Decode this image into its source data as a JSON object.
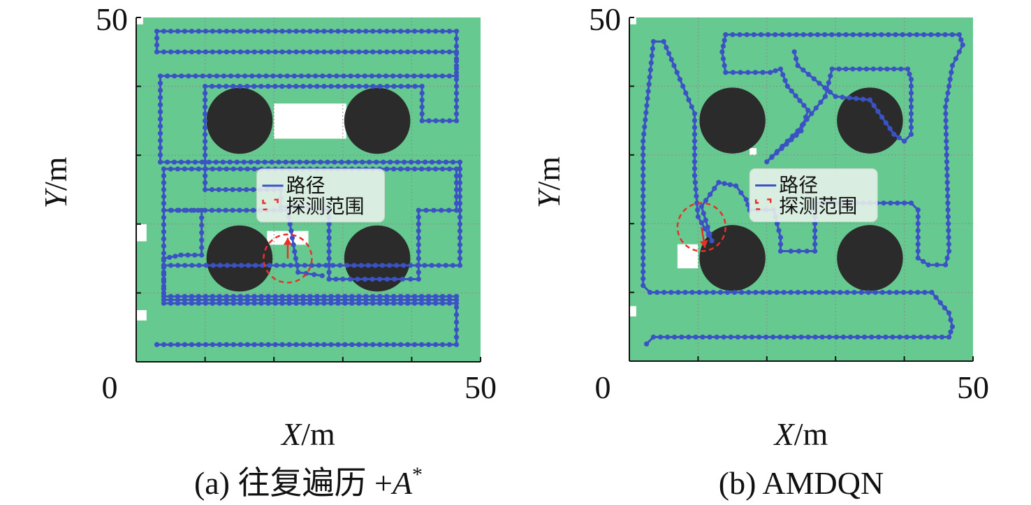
{
  "colors": {
    "free_space": "#66c98f",
    "obstacle": "#2b2b2b",
    "unexplored": "#ffffff",
    "path": "#3a52c4",
    "detection": "#e8302b",
    "legend_bg": "#e9f1ec"
  },
  "chart_data": [
    {
      "panel": "a",
      "type": "scatter",
      "caption": "(a) 往复遍历 +A*",
      "caption_prefix": "(a) 往复遍历 +",
      "caption_var": "A",
      "caption_sup": "*",
      "xlabel_var": "X",
      "xlabel_unit": "/m",
      "ylabel_var": "Y",
      "ylabel_unit": "/m",
      "xlim": [
        0,
        50
      ],
      "ylim": [
        0,
        50
      ],
      "x_tick_labels": [
        "0",
        "50"
      ],
      "y_tick_labels": [
        "50"
      ],
      "grid": true,
      "legend": {
        "placement": "center",
        "entries": [
          "路径",
          "探测范围"
        ]
      },
      "obstacles": [
        {
          "type": "circle",
          "cx": 15,
          "cy": 35,
          "r": 4.8
        },
        {
          "type": "circle",
          "cx": 35,
          "cy": 35,
          "r": 4.8
        },
        {
          "type": "circle",
          "cx": 15,
          "cy": 15,
          "r": 4.8
        },
        {
          "type": "circle",
          "cx": 35,
          "cy": 15,
          "r": 4.8
        }
      ],
      "unexplored": [
        {
          "x0": 20,
          "y0": 32.4,
          "x1": 30.5,
          "y1": 37.5
        },
        {
          "x0": 19,
          "y0": 17,
          "x1": 25,
          "y1": 19
        },
        {
          "x0": 0,
          "y0": 17.5,
          "x1": 1.5,
          "y1": 20
        },
        {
          "x0": 0,
          "y0": 6,
          "x1": 1.5,
          "y1": 7.5
        },
        {
          "x0": 0,
          "y0": 49,
          "x1": 1,
          "y1": 50
        }
      ],
      "path": [
        [
          3,
          2.5
        ],
        [
          46.5,
          2.5
        ],
        [
          46.5,
          9
        ],
        [
          4,
          9
        ],
        [
          4,
          15
        ],
        [
          6.5,
          15.5
        ],
        [
          9.5,
          15.5
        ],
        [
          9.5,
          22
        ],
        [
          4,
          22
        ],
        [
          4,
          28
        ],
        [
          46.5,
          28
        ],
        [
          46.5,
          22
        ],
        [
          41,
          22
        ],
        [
          41,
          12
        ],
        [
          37.5,
          12
        ],
        [
          30,
          12
        ],
        [
          28,
          12
        ],
        [
          28,
          22
        ],
        [
          24,
          22.5
        ],
        [
          21,
          22.5
        ],
        [
          21,
          25
        ],
        [
          10,
          25
        ],
        [
          10,
          40
        ],
        [
          41.5,
          40
        ],
        [
          41.5,
          35
        ],
        [
          46.5,
          35
        ],
        [
          46.5,
          45
        ],
        [
          3,
          45
        ],
        [
          3,
          48
        ],
        [
          46.5,
          48
        ],
        [
          46.5,
          41.5
        ],
        [
          3.5,
          41.5
        ],
        [
          3.5,
          29
        ],
        [
          47,
          29
        ],
        [
          47,
          14
        ],
        [
          4,
          14
        ],
        [
          4,
          9.5
        ],
        [
          46.5,
          9.5
        ],
        [
          46.5,
          8.5
        ],
        [
          4,
          8.5
        ],
        [
          4,
          22
        ],
        [
          22,
          22
        ],
        [
          22.5,
          19
        ],
        [
          23.5,
          13
        ],
        [
          27,
          12.5
        ]
      ],
      "detection": {
        "cx": 22,
        "cy": 15,
        "r": 3.5,
        "arrow_dx": 0,
        "arrow_dy": 3
      }
    },
    {
      "panel": "b",
      "type": "scatter",
      "caption": "(b) AMDQN",
      "caption_prefix": "(b) AMDQN",
      "caption_var": "",
      "caption_sup": "",
      "xlabel_var": "X",
      "xlabel_unit": "/m",
      "ylabel_var": "Y",
      "ylabel_unit": "/m",
      "xlim": [
        0,
        50
      ],
      "ylim": [
        0,
        50
      ],
      "x_tick_labels": [
        "0",
        "50"
      ],
      "y_tick_labels": [
        "50"
      ],
      "grid": true,
      "legend": {
        "placement": "center",
        "entries": [
          "路径",
          "探测范围"
        ]
      },
      "obstacles": [
        {
          "type": "circle",
          "cx": 15,
          "cy": 35,
          "r": 4.8
        },
        {
          "type": "circle",
          "cx": 35,
          "cy": 35,
          "r": 4.8
        },
        {
          "type": "circle",
          "cx": 15,
          "cy": 15,
          "r": 4.8
        },
        {
          "type": "circle",
          "cx": 35,
          "cy": 15,
          "r": 4.8
        }
      ],
      "unexplored": [
        {
          "x0": 7,
          "y0": 13.5,
          "x1": 10,
          "y1": 17
        },
        {
          "x0": 0,
          "y0": 6.5,
          "x1": 1,
          "y1": 8
        },
        {
          "x0": 0,
          "y0": 49,
          "x1": 1,
          "y1": 50
        },
        {
          "x0": 17.5,
          "y0": 30,
          "x1": 18.5,
          "y1": 31
        }
      ],
      "path": [
        [
          2.5,
          2.5
        ],
        [
          3.5,
          3.5
        ],
        [
          46.5,
          3.5
        ],
        [
          47,
          5
        ],
        [
          46.5,
          7
        ],
        [
          44,
          10
        ],
        [
          3,
          10
        ],
        [
          2,
          11
        ],
        [
          2,
          32
        ],
        [
          3.5,
          46.5
        ],
        [
          5,
          46.5
        ],
        [
          6.5,
          43
        ],
        [
          9.5,
          36
        ],
        [
          9.5,
          27
        ],
        [
          10,
          21
        ],
        [
          12,
          17.5
        ],
        [
          10.5,
          22.5
        ],
        [
          13,
          26
        ],
        [
          15.5,
          25.5
        ],
        [
          17,
          23.5
        ],
        [
          17.5,
          22
        ],
        [
          21,
          22
        ],
        [
          22,
          18
        ],
        [
          22,
          16
        ],
        [
          23.5,
          16
        ],
        [
          27,
          16
        ],
        [
          27,
          23
        ],
        [
          41,
          23
        ],
        [
          42,
          22
        ],
        [
          42,
          15
        ],
        [
          43.5,
          14
        ],
        [
          46,
          14
        ],
        [
          46.5,
          16
        ],
        [
          46,
          37
        ],
        [
          47,
          43
        ],
        [
          48.5,
          46
        ],
        [
          48,
          47.5
        ],
        [
          14,
          47.5
        ],
        [
          13.5,
          45
        ],
        [
          14,
          42
        ],
        [
          20.5,
          42
        ],
        [
          22,
          42.5
        ],
        [
          23,
          40
        ],
        [
          26,
          36.5
        ],
        [
          25,
          33.5
        ],
        [
          20,
          29
        ],
        [
          24.5,
          33.5
        ],
        [
          28.5,
          38.5
        ],
        [
          29.5,
          42.5
        ],
        [
          40.5,
          42.5
        ],
        [
          41,
          41
        ],
        [
          41,
          33
        ],
        [
          40,
          32
        ],
        [
          38.5,
          33
        ],
        [
          35,
          38
        ],
        [
          30,
          38.5
        ],
        [
          24.5,
          43
        ],
        [
          24,
          45
        ]
      ],
      "detection": {
        "cx": 10.5,
        "cy": 19.5,
        "r": 3.5,
        "arrow_dx": 0.5,
        "arrow_dy": -3
      }
    }
  ]
}
